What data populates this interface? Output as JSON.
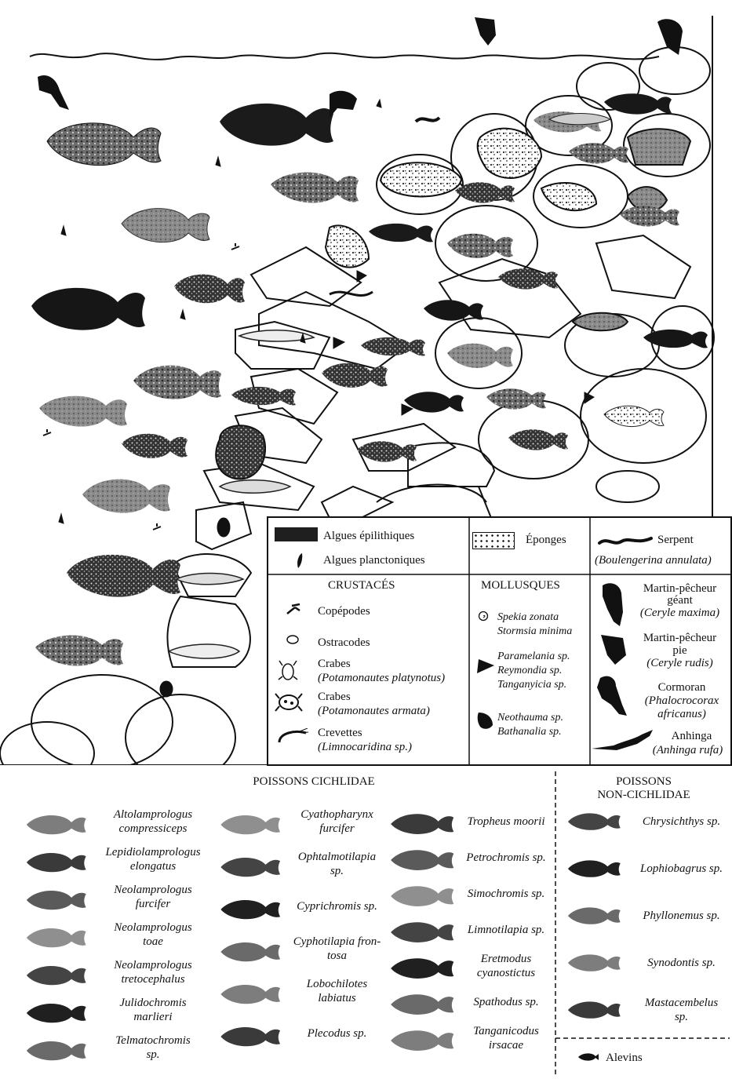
{
  "legend": {
    "algues_epilithiques": "Algues épilithiques",
    "algues_planctoniques": "Algues planctoniques",
    "eponges": "Éponges",
    "serpent": {
      "name": "Serpent",
      "latin": "(Boulengerina annulata)"
    },
    "crustaces": {
      "title": "CRUSTACÉS",
      "copepodes": "Copépodes",
      "ostracodes": "Ostracodes",
      "crabes1": {
        "name": "Crabes",
        "latin": "(Potamonautes platynotus)"
      },
      "crabes2": {
        "name": "Crabes",
        "latin": "(Potamonautes armata)"
      },
      "crevettes": {
        "name": "Crevettes",
        "latin": "(Limnocaridina sp.)"
      }
    },
    "mollusques": {
      "title": "MOLLUSQUES",
      "group1": [
        "Spekia zonata",
        "Stormsia minima"
      ],
      "group2": [
        "Paramelania sp.",
        "Reymondia sp.",
        "Tanganyicia sp."
      ],
      "group3": [
        "Neothauma sp.",
        "Bathanalia sp."
      ]
    },
    "birds": {
      "martin_geant": {
        "l1": "Martin-pêcheur",
        "l2": "géant",
        "latin": "(Ceryle maxima)"
      },
      "martin_pie": {
        "l1": "Martin-pêcheur",
        "l2": "pie",
        "latin": "(Ceryle rudis)"
      },
      "cormoran": {
        "l1": "Cormoran",
        "latin1": "(Phalocrocorax",
        "latin2": "africanus)"
      },
      "anhinga": {
        "l1": "Anhinga",
        "latin": "(Anhinga rufa)"
      }
    }
  },
  "cichlidae": {
    "title": "POISSONS CICHLIDAE",
    "col1": [
      [
        "Altolamprologus",
        "compressiceps"
      ],
      [
        "Lepidiolamprologus",
        "elongatus"
      ],
      [
        "Neolamprologus",
        "furcifer"
      ],
      [
        "Neolamprologus",
        "toae"
      ],
      [
        "Neolamprologus",
        "tretocephalus"
      ],
      [
        "Julidochromis",
        "marlieri"
      ],
      [
        "Telmatochromis",
        "sp."
      ]
    ],
    "col2": [
      [
        "Cyathopharynx",
        "furcifer"
      ],
      [
        "Ophtalmotilapia",
        "sp."
      ],
      [
        "Cyprichromis sp."
      ],
      [
        "Cyphotilapia fron-",
        "tosa"
      ],
      [
        "Lobochilotes",
        "labiatus"
      ],
      [
        "Plecodus sp."
      ]
    ],
    "col3": [
      [
        "Tropheus moorii"
      ],
      [
        "Petrochromis sp."
      ],
      [
        "Simochromis sp."
      ],
      [
        "Limnotilapia sp."
      ],
      [
        "Eretmodus",
        "cyanostictus"
      ],
      [
        "Spathodus sp."
      ],
      [
        "Tanganicodus",
        "irsacae"
      ]
    ]
  },
  "non_cichlidae": {
    "title_l1": "POISSONS",
    "title_l2": "NON-CICHLIDAE",
    "items": [
      [
        "Chrysichthys sp."
      ],
      [
        "Lophiobagrus sp."
      ],
      [
        "Phyllonemus sp."
      ],
      [
        "Synodontis sp."
      ],
      [
        "Mastacembelus",
        "sp."
      ]
    ],
    "alevins": "Alevins"
  }
}
